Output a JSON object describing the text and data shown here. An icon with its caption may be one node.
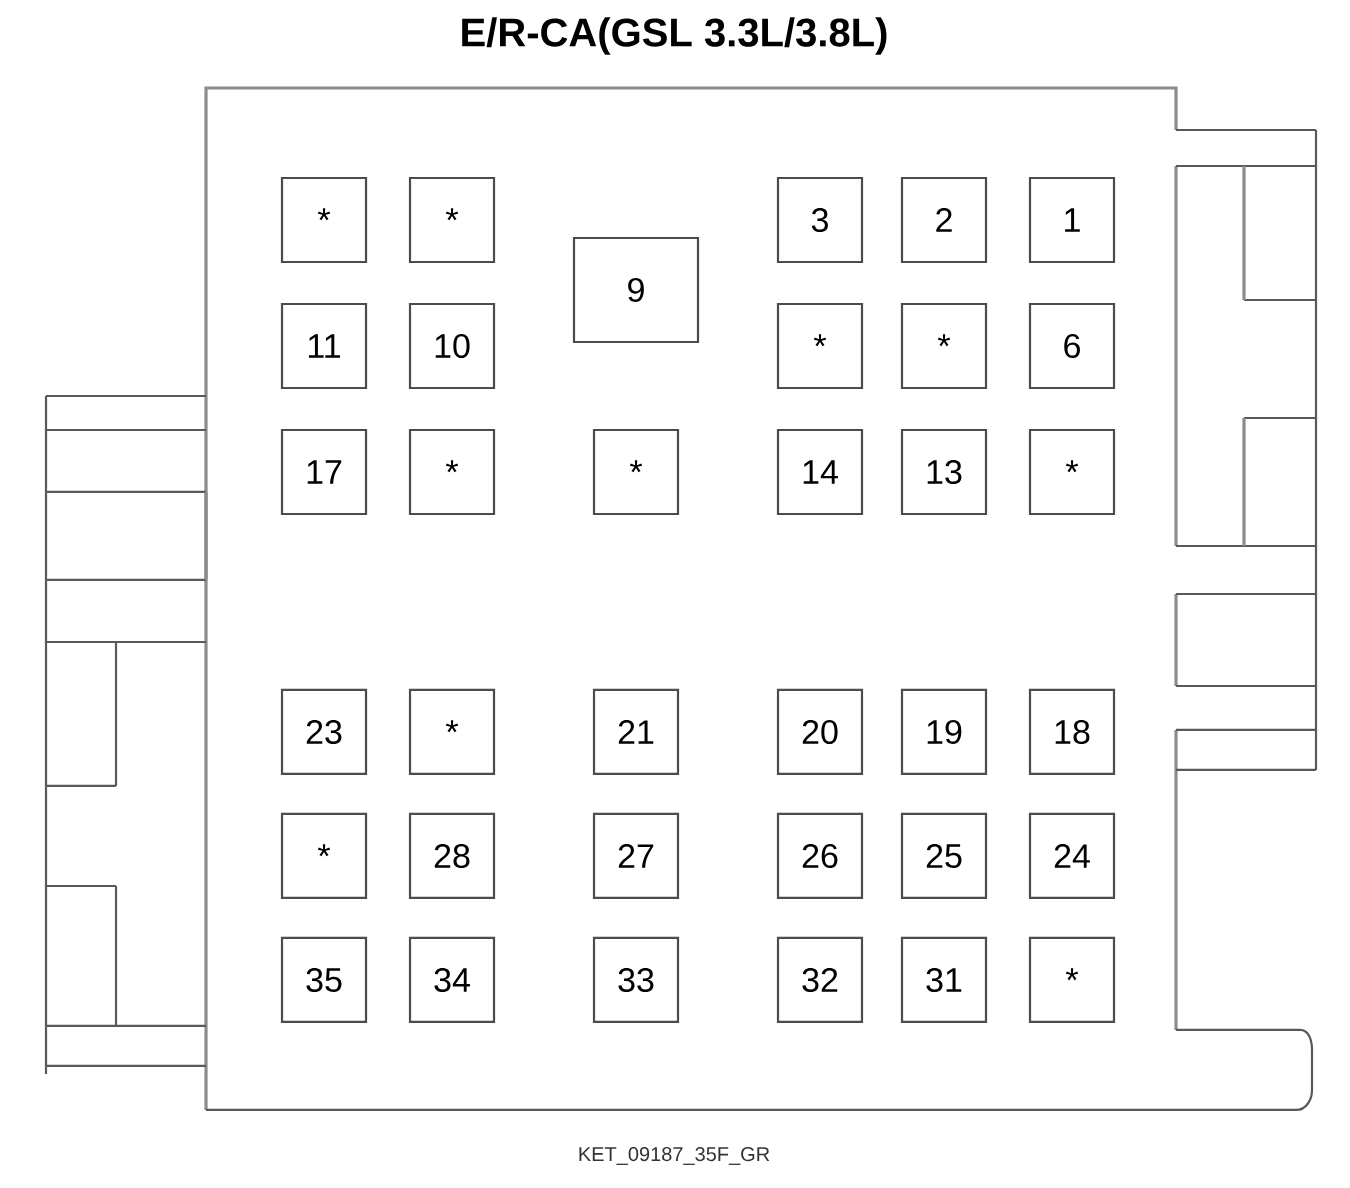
{
  "diagram": {
    "title": "E/R-CA(GSL 3.3L/3.8L)",
    "caption": "KET_09187_35F_GR",
    "nodes": [
      {
        "text": [
          "*"
        ]
      },
      {
        "text": [
          "*"
        ]
      },
      {
        "text": [
          "9"
        ]
      },
      {
        "text": [
          "3"
        ]
      },
      {
        "text": [
          "2"
        ]
      },
      {
        "text": [
          "1"
        ]
      },
      {
        "text": [
          "11"
        ]
      },
      {
        "text": [
          "10"
        ]
      },
      {
        "text": [
          "*"
        ]
      },
      {
        "text": [
          "*"
        ]
      },
      {
        "text": [
          "6"
        ]
      },
      {
        "text": [
          "17"
        ]
      },
      {
        "text": [
          "*"
        ]
      },
      {
        "text": [
          "*"
        ]
      },
      {
        "text": [
          "14"
        ]
      },
      {
        "text": [
          "13"
        ]
      },
      {
        "text": [
          "*"
        ]
      },
      {
        "text": [
          "23"
        ]
      },
      {
        "text": [
          "*"
        ]
      },
      {
        "text": [
          "21"
        ]
      },
      {
        "text": [
          "20"
        ]
      },
      {
        "text": [
          "19"
        ]
      },
      {
        "text": [
          "18"
        ]
      },
      {
        "text": [
          "*"
        ]
      },
      {
        "text": [
          "28"
        ]
      },
      {
        "text": [
          "27"
        ]
      },
      {
        "text": [
          "26"
        ]
      },
      {
        "text": [
          "25"
        ]
      },
      {
        "text": [
          "24"
        ]
      },
      {
        "text": [
          "35"
        ]
      },
      {
        "text": [
          "34"
        ]
      },
      {
        "text": [
          "33"
        ]
      },
      {
        "text": [
          "32"
        ]
      },
      {
        "text": [
          "31"
        ]
      },
      {
        "text": [
          "*"
        ]
      }
    ]
  }
}
